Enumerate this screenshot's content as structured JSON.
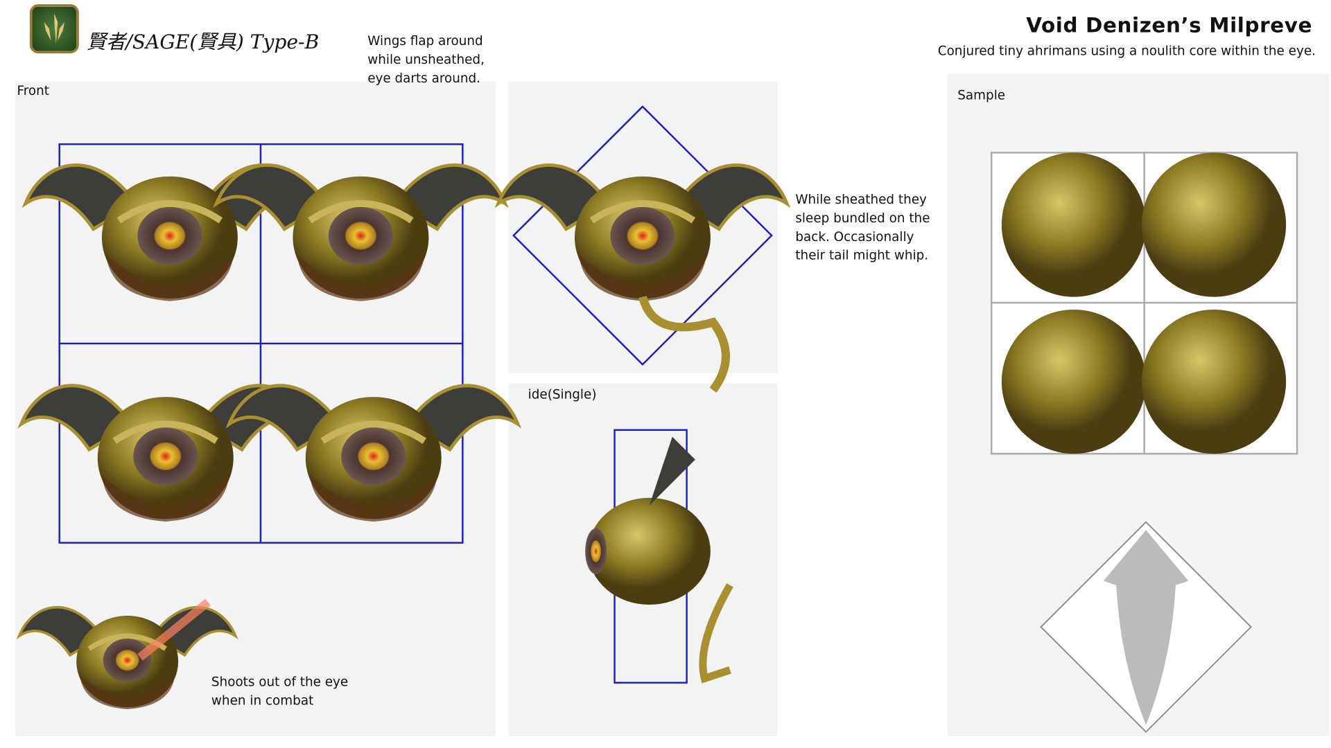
{
  "header": {
    "job_title": "賢者/SAGE(賢具) Type-B",
    "item_name": "Void Denizen’s Milpreve",
    "item_description": "Conjured tiny ahrimans using a noulith core within the eye."
  },
  "panels": {
    "front_label": "Front",
    "side_label": "ide(Single)",
    "sample_label": "Sample"
  },
  "notes": {
    "unsheathed": "Wings flap around\nwhile unsheathed,\neye darts around.",
    "sheathed": "While sheathed they\nsleep bundled on the\nback. Occasionally\ntheir tail might whip.",
    "combat": "Shoots out of the eye\nwhen in combat"
  },
  "colors": {
    "guide": "#1a1adb",
    "body": "#8a7a22",
    "wing": "#3d3d3a",
    "icon_bg": "#2f5a26"
  }
}
